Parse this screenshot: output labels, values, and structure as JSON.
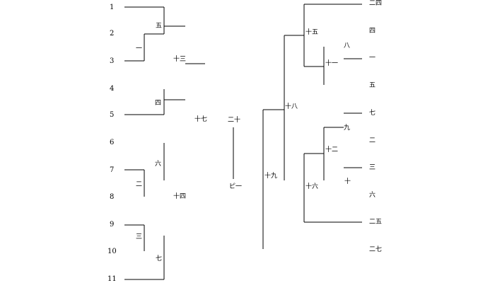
{
  "left_numbers": [
    "1",
    "2",
    "3",
    "4",
    "5",
    "6",
    "7",
    "8",
    "9",
    "10",
    "11"
  ],
  "left_labels": {
    "a": "五",
    "b": "一",
    "c": "十三",
    "d": "四",
    "e": "十七",
    "f": "六",
    "g": "二",
    "h": "十四",
    "i": "三",
    "j": "七"
  },
  "center": {
    "top": "二十",
    "bottom": "ピ一"
  },
  "right_labels": {
    "a": "十五",
    "b": "十一",
    "c": "八",
    "d": "十八",
    "e": "九",
    "f": "十二",
    "g": "十六",
    "h": "十",
    "i": "十九"
  },
  "right_leaves": [
    "二四",
    "四",
    "一",
    "五",
    "七",
    "二",
    "三",
    "六",
    "二五",
    "二七"
  ]
}
